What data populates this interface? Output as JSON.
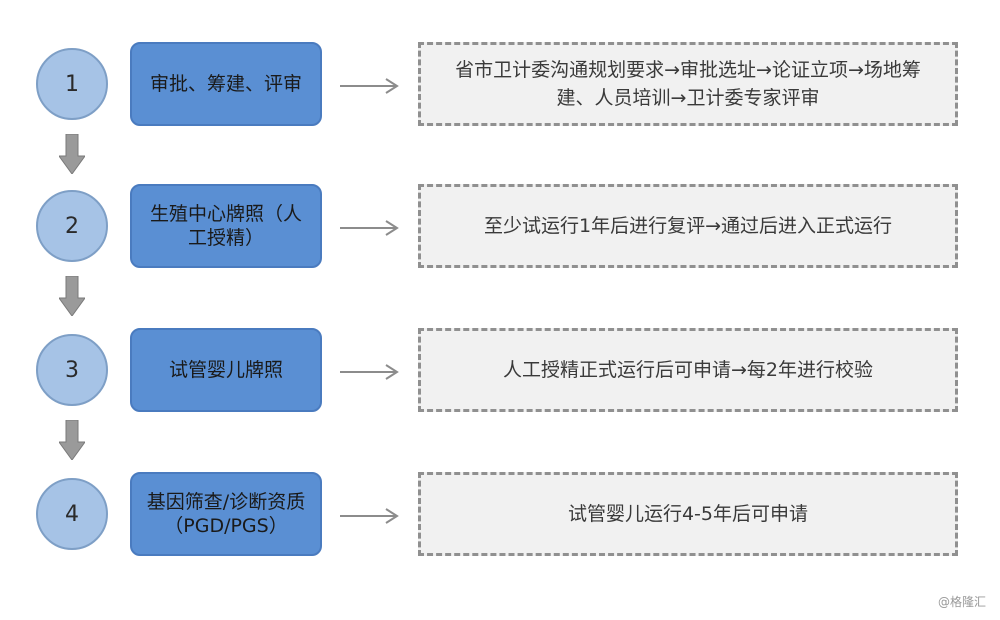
{
  "steps": [
    {
      "number": "1",
      "label": "审批、筹建、评审",
      "description": "省市卫计委沟通规划要求→审批选址→论证立项→场地筹建、人员培训→卫计委专家评审"
    },
    {
      "number": "2",
      "label": "生殖中心牌照（人工授精）",
      "description": "至少试运行1年后进行复评→通过后进入正式运行"
    },
    {
      "number": "3",
      "label": "试管婴儿牌照",
      "description": "人工授精正式运行后可申请→每2年进行校验"
    },
    {
      "number": "4",
      "label": "基因筛查/诊断资质（PGD/PGS）",
      "description": "试管婴儿运行4-5年后可申请"
    }
  ],
  "watermark": "@格隆汇",
  "colors": {
    "circle_fill": "#a6c3e6",
    "label_fill": "#5a8fd3",
    "desc_fill": "#f1f1f1",
    "arrow": "#8c8c8c"
  }
}
